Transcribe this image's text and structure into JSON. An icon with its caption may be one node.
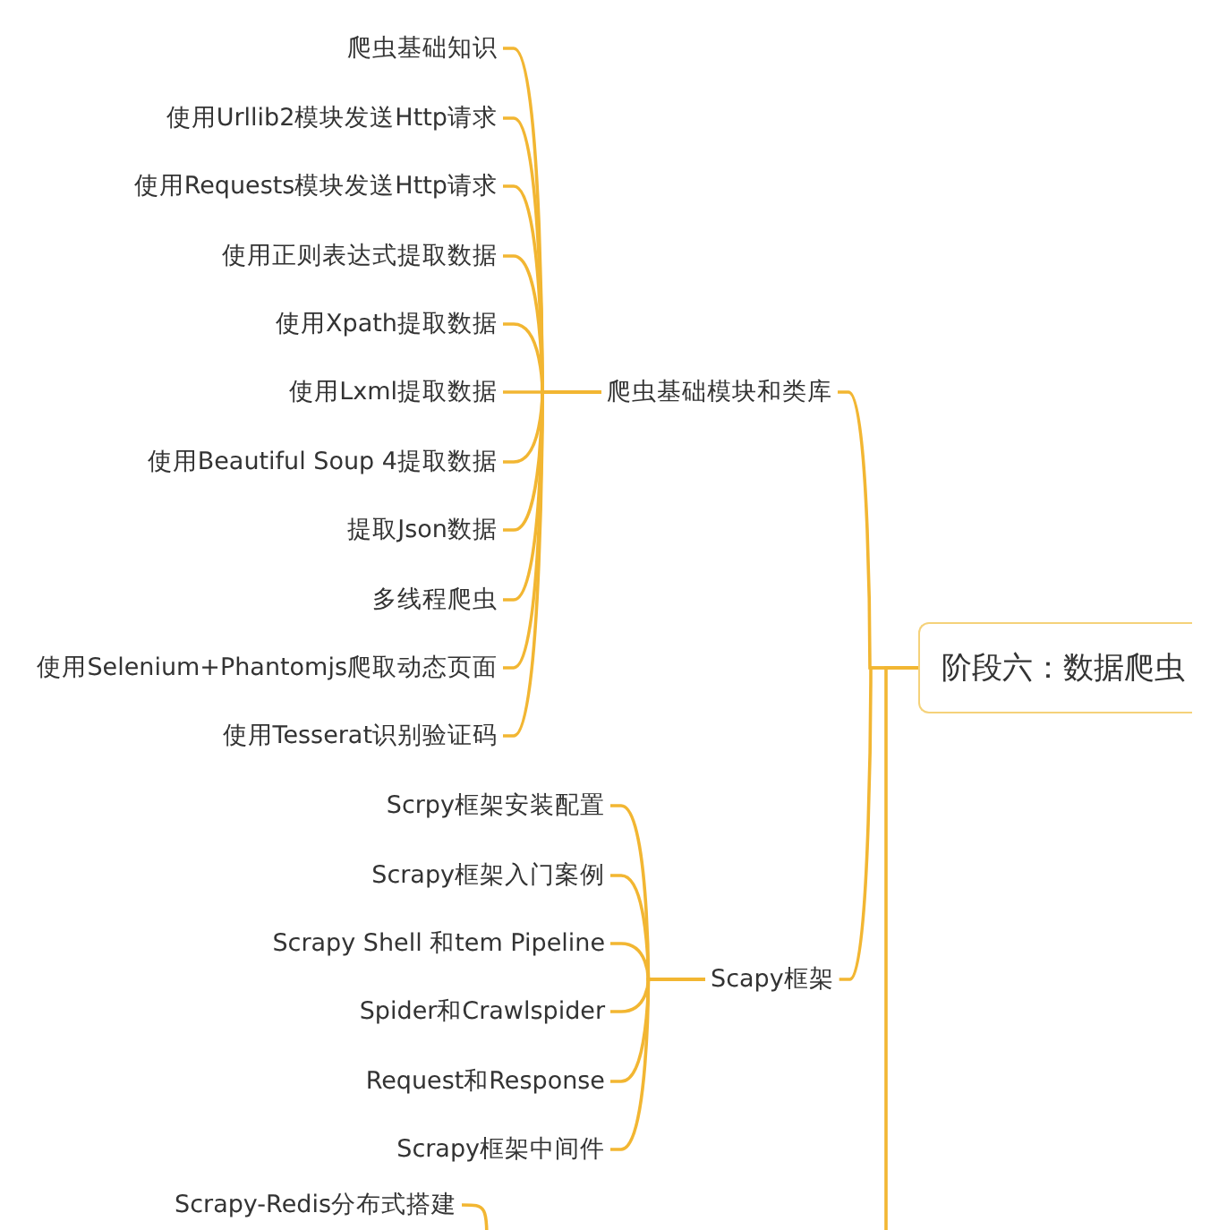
{
  "diagram": {
    "nodes": [
      {
        "text": [
          "阶段六：数据爬虫"
        ]
      },
      {
        "text": [
          "爬虫基础模块和类库"
        ]
      },
      {
        "text": [
          "爬虫基础知识"
        ]
      },
      {
        "text": [
          "使用Urllib2模块发送Http请求"
        ]
      },
      {
        "text": [
          "使用Requests模块发送Http请求"
        ]
      },
      {
        "text": [
          "使用正则表达式提取数据"
        ]
      },
      {
        "text": [
          "使用Xpath提取数据"
        ]
      },
      {
        "text": [
          "使用Lxml提取数据"
        ]
      },
      {
        "text": [
          "使用Beautiful Soup 4提取数据"
        ]
      },
      {
        "text": [
          "提取Json数据"
        ]
      },
      {
        "text": [
          "多线程爬虫"
        ]
      },
      {
        "text": [
          "使用Selenium+Phantomjs爬取动态页面"
        ]
      },
      {
        "text": [
          "使用Tesserat识别验证码"
        ]
      },
      {
        "text": [
          "Scapy框架"
        ]
      },
      {
        "text": [
          "Scrpy框架安装配置"
        ]
      },
      {
        "text": [
          "Scrapy框架入门案例"
        ]
      },
      {
        "text": [
          "Scrapy Shell 和tem Pipeline"
        ]
      },
      {
        "text": [
          "Spider和Crawlspider"
        ]
      },
      {
        "text": [
          "Request和Response"
        ]
      },
      {
        "text": [
          "Scrapy框架中间件"
        ]
      },
      {
        "text": [
          "Scrapy-Redis分布式搭建"
        ]
      }
    ],
    "edges": [
      {
        "from": 0,
        "to": 1,
        "arrow": "none"
      },
      {
        "from": 0,
        "to": 13,
        "arrow": "none"
      },
      {
        "from": 0,
        "to": null,
        "arrow": "none"
      },
      {
        "from": 1,
        "to": 2,
        "arrow": "none"
      },
      {
        "from": 1,
        "to": 3,
        "arrow": "none"
      },
      {
        "from": 1,
        "to": 4,
        "arrow": "none"
      },
      {
        "from": 1,
        "to": 5,
        "arrow": "none"
      },
      {
        "from": 1,
        "to": 6,
        "arrow": "none"
      },
      {
        "from": 1,
        "to": 7,
        "arrow": "none"
      },
      {
        "from": 1,
        "to": 8,
        "arrow": "none"
      },
      {
        "from": 1,
        "to": 9,
        "arrow": "none"
      },
      {
        "from": 1,
        "to": 10,
        "arrow": "none"
      },
      {
        "from": 1,
        "to": 11,
        "arrow": "none"
      },
      {
        "from": 1,
        "to": 12,
        "arrow": "none"
      },
      {
        "from": 13,
        "to": 14,
        "arrow": "none"
      },
      {
        "from": 13,
        "to": 15,
        "arrow": "none"
      },
      {
        "from": 13,
        "to": 16,
        "arrow": "none"
      },
      {
        "from": 13,
        "to": 17,
        "arrow": "none"
      },
      {
        "from": 13,
        "to": 18,
        "arrow": "none"
      },
      {
        "from": 13,
        "to": 19,
        "arrow": "none"
      },
      {
        "from": null,
        "to": 20,
        "arrow": "none"
      }
    ]
  }
}
